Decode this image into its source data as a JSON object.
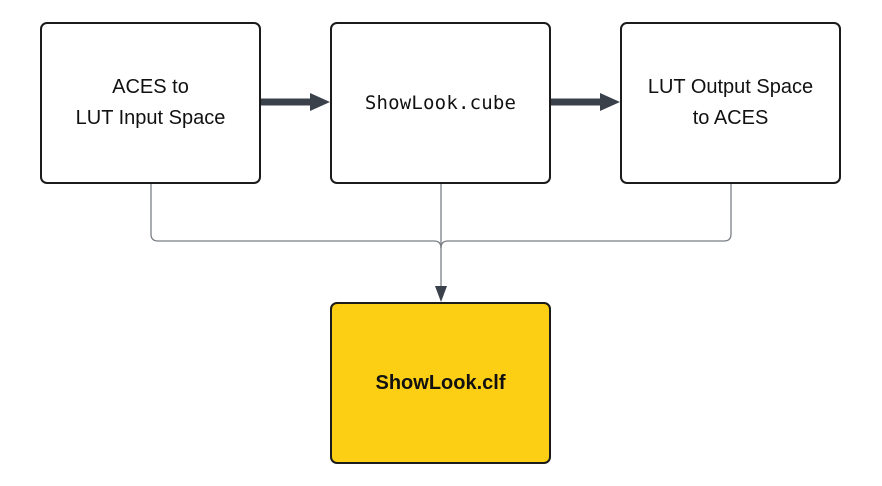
{
  "nodes": {
    "aces_to_input": {
      "label": "ACES to\nLUT Input Space"
    },
    "lut_file": {
      "label": "ShowLook.cube"
    },
    "output_to_aces": {
      "label": "LUT Output Space\nto ACES"
    },
    "clf_file": {
      "label": "ShowLook.clf"
    }
  },
  "colors": {
    "outline": "#1b1b1b",
    "arrow": "#3b414a",
    "connector": "#7b7f85",
    "highlight": "#fcce14"
  }
}
